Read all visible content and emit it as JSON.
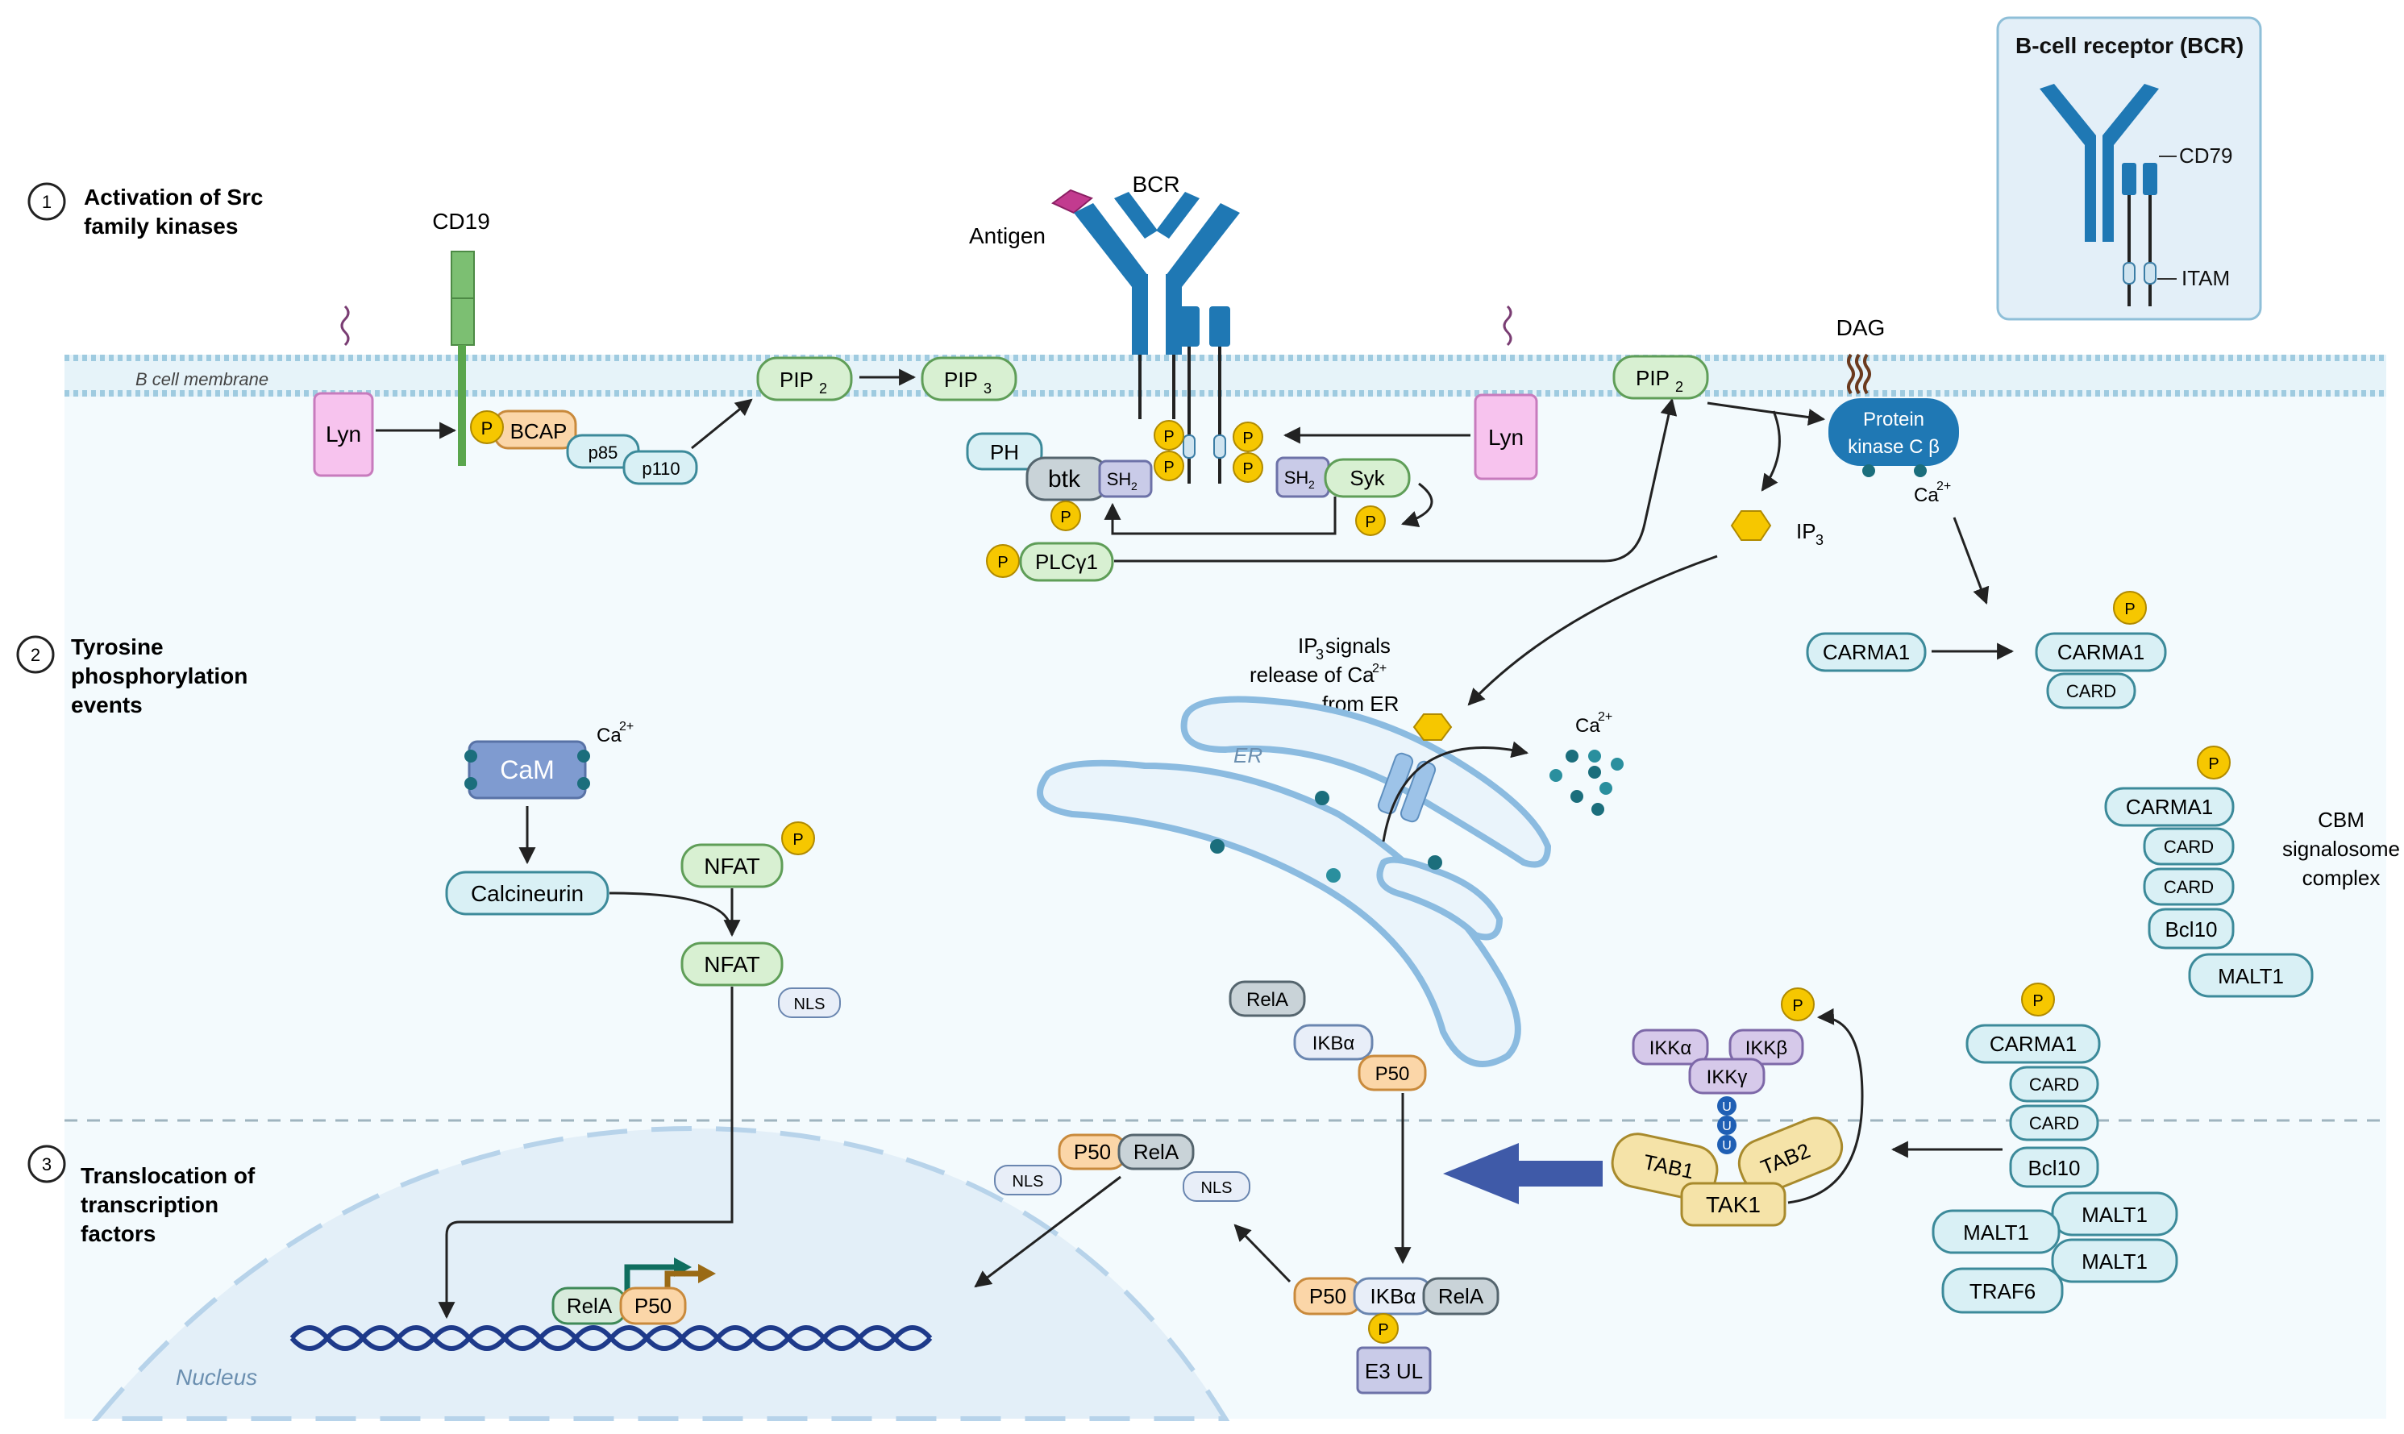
{
  "legend": {
    "title": "B-cell receptor (BCR)",
    "cd79": "CD79",
    "itam": "ITAM"
  },
  "steps": [
    {
      "num": "1",
      "line1": "Activation of Src",
      "line2": "family kinases",
      "line3": ""
    },
    {
      "num": "2",
      "line1": "Tyrosine",
      "line2": "phosphorylation",
      "line3": "events"
    },
    {
      "num": "3",
      "line1": "Translocation of",
      "line2": "transcription",
      "line3": "factors"
    }
  ],
  "membrane_label": "B cell membrane",
  "labels": {
    "cd19": "CD19",
    "bcr": "BCR",
    "antigen": "Antigen",
    "dag": "DAG",
    "lyn": "Lyn",
    "p": "P",
    "bcap": "BCAP",
    "p85": "p85",
    "p110": "p110",
    "pip2": "PIP",
    "pip3": "PIP",
    "sub2": "2",
    "sub3": "3",
    "ph": "PH",
    "btk": "btk",
    "sh": "SH",
    "syk": "Syk",
    "plcg1": "PLCγ1",
    "pkc_line1": "Protein",
    "pkc_line2": "kinase C β",
    "ca": "Ca",
    "ca_sup": "2+",
    "ip": "IP",
    "ip3sig_l1a": "IP",
    "ip3sig_l1b": " signals",
    "ip3sig_l2": "release of Ca",
    "ip3sig_l3": "from ER",
    "er": "ER",
    "cam": "CaM",
    "calcineurin": "Calcineurin",
    "nfat": "NFAT",
    "nls": "NLS",
    "carma1": "CARMA1",
    "card": "CARD",
    "bcl10": "Bcl10",
    "malt1": "MALT1",
    "traf6": "TRAF6",
    "cbm_l1": "CBM",
    "cbm_l2": "signalosome",
    "cbm_l3": "complex",
    "rela": "RelA",
    "ikba": "IKBα",
    "p50": "P50",
    "e3ul": "E3 UL",
    "ikka": "IKKα",
    "ikkb": "IKKβ",
    "ikkg": "IKKγ",
    "u": "U",
    "tab1": "TAB1",
    "tab2": "TAB2",
    "tak1": "TAK1",
    "nucleus": "Nucleus"
  },
  "colors": {
    "cytoplasm": "#f3fafd",
    "membrane": "#b9dbea",
    "lyn_fill": "#f7c3ee",
    "lyn_stroke": "#c77bbd",
    "green_fill": "#d8f0d2",
    "green_stroke": "#5f9e58",
    "teal_fill": "#d9f0f5",
    "teal_stroke": "#3c8a9a",
    "blue": "#1f78b4",
    "phospho": "#f6c700",
    "orange_fill": "#fbd6a8",
    "orange_stroke": "#c98a3c",
    "lav_fill": "#c9cbe8",
    "lav_stroke": "#6d72a8",
    "dna": "#1e3a8a",
    "arrow_big": "#3f5aa8"
  }
}
